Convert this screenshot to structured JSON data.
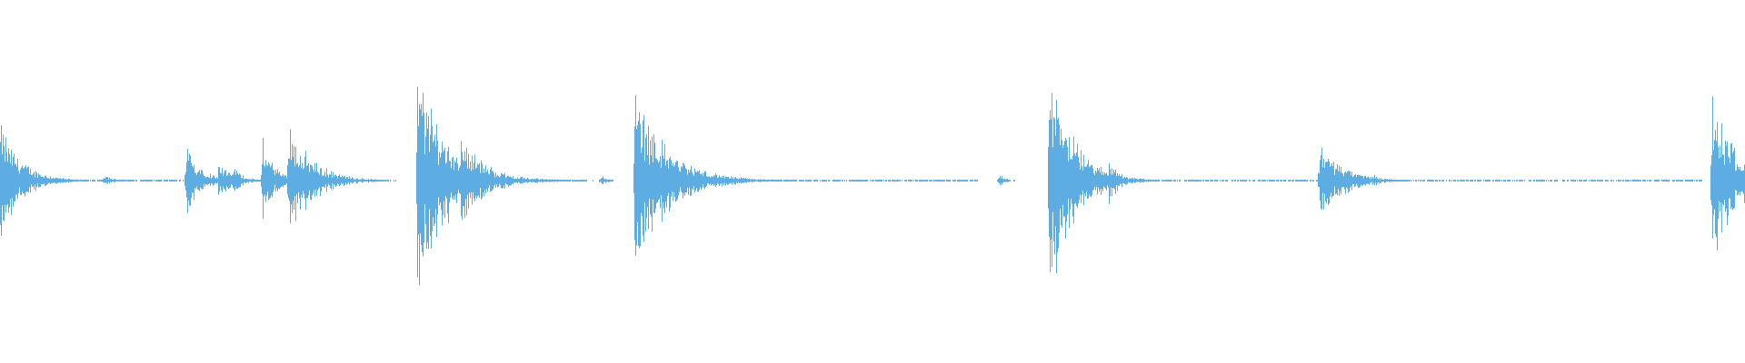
{
  "waveform": {
    "color": "#5dade2",
    "background": "#ffffff",
    "bursts": [
      {
        "onset": 0.0,
        "peak": 0.3,
        "decay": 0.026
      },
      {
        "onset": 0.059,
        "peak": 0.04,
        "decay": 0.01
      },
      {
        "onset": 0.1065,
        "peak": 0.18,
        "decay": 0.02
      },
      {
        "onset": 0.125,
        "peak": 0.11,
        "decay": 0.016
      },
      {
        "onset": 0.133,
        "peak": 0.09,
        "decay": 0.012
      },
      {
        "onset": 0.15,
        "peak": 0.22,
        "decay": 0.016
      },
      {
        "onset": 0.165,
        "peak": 0.3,
        "decay": 0.03
      },
      {
        "onset": 0.239,
        "peak": 0.55,
        "decay": 0.04
      },
      {
        "onset": 0.264,
        "peak": 0.25,
        "decay": 0.03
      },
      {
        "onset": 0.344,
        "peak": 0.03,
        "decay": 0.008
      },
      {
        "onset": 0.3635,
        "peak": 0.48,
        "decay": 0.04
      },
      {
        "onset": 0.572,
        "peak": 0.04,
        "decay": 0.008
      },
      {
        "onset": 0.601,
        "peak": 0.62,
        "decay": 0.03
      },
      {
        "onset": 0.608,
        "peak": 0.3,
        "decay": 0.03
      },
      {
        "onset": 0.635,
        "peak": 0.14,
        "decay": 0.012
      },
      {
        "onset": 0.756,
        "peak": 0.2,
        "decay": 0.03
      },
      {
        "onset": 0.787,
        "peak": 0.04,
        "decay": 0.008
      },
      {
        "onset": 0.981,
        "peak": 0.46,
        "decay": 0.03
      }
    ],
    "noise_floor_segments": [
      [
        0.02,
        0.105
      ],
      [
        0.17,
        0.22
      ],
      [
        0.25,
        0.34
      ],
      [
        0.4,
        0.56
      ],
      [
        0.64,
        0.78
      ],
      [
        0.8,
        0.975
      ]
    ]
  }
}
